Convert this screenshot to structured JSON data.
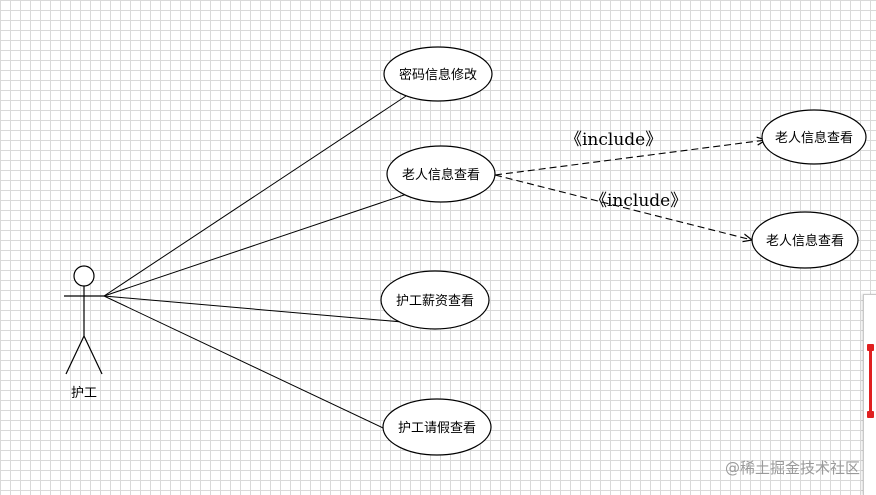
{
  "actor": {
    "label": "护工"
  },
  "use_cases": {
    "password": "密码信息修改",
    "elder_view": "老人信息查看",
    "salary": "护工薪资查看",
    "leave": "护工请假查看",
    "include_a": "老人信息查看",
    "include_b": "老人信息查看"
  },
  "relations": {
    "include_1": "《include》",
    "include_2": "《include》"
  },
  "watermark": "@稀土掘金技术社区"
}
